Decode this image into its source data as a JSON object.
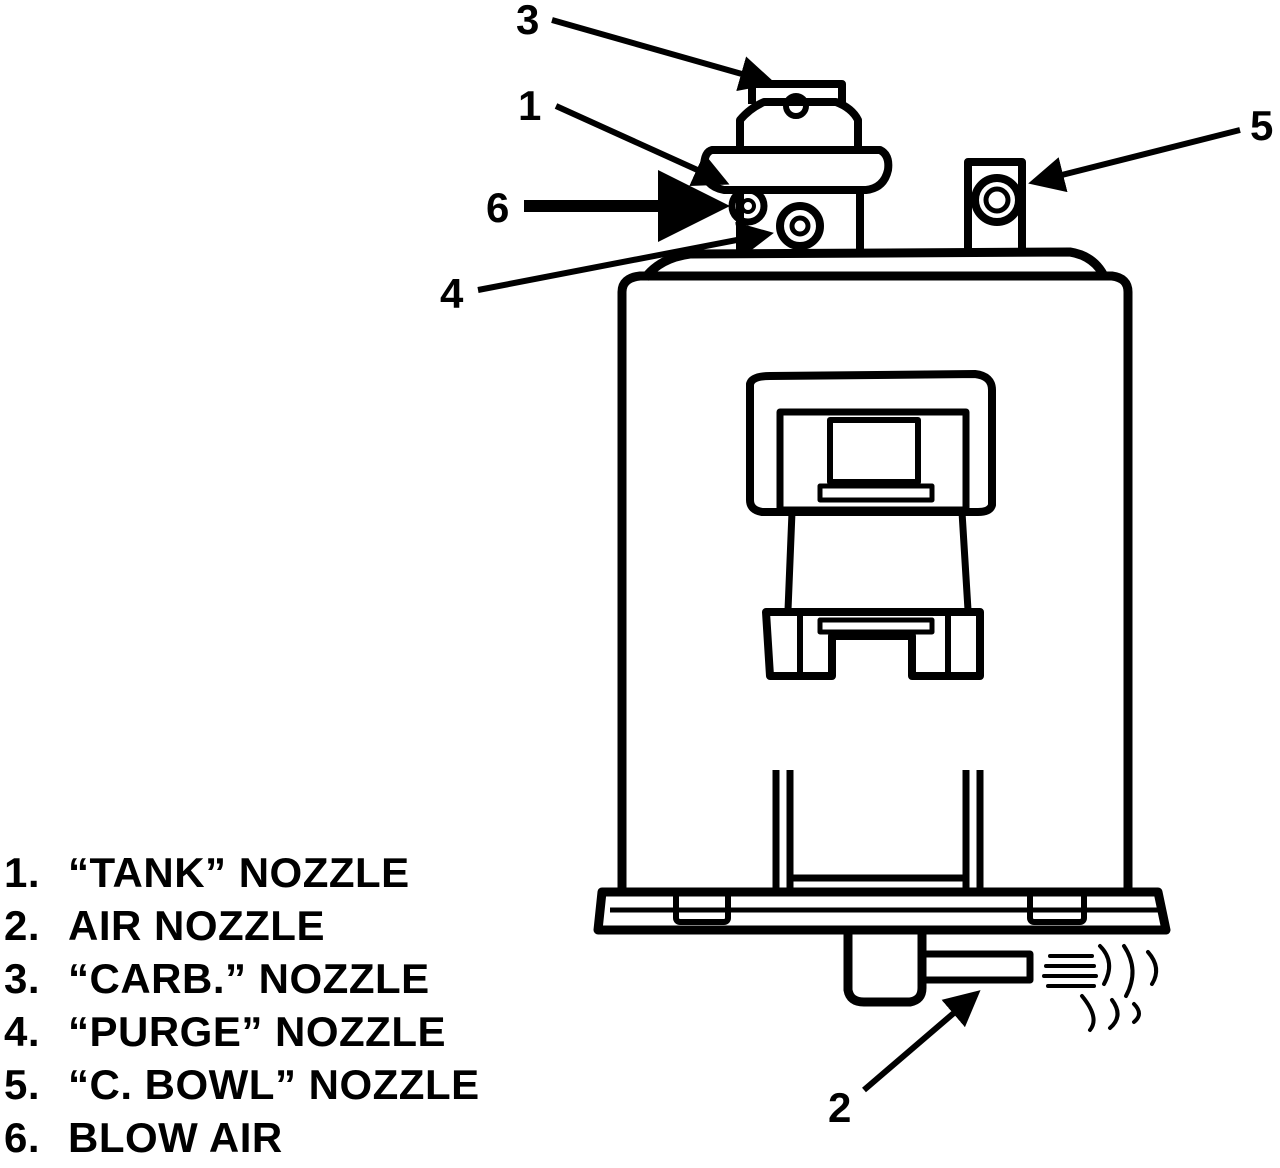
{
  "callouts": {
    "c1": "1",
    "c2": "2",
    "c3": "3",
    "c4": "4",
    "c5": "5",
    "c6": "6"
  },
  "legend": [
    {
      "num": "1.",
      "text": "“TANK” NOZZLE"
    },
    {
      "num": "2.",
      "text": "AIR NOZZLE"
    },
    {
      "num": "3.",
      "text": "“CARB.” NOZZLE"
    },
    {
      "num": "4.",
      "text": "“PURGE” NOZZLE"
    },
    {
      "num": "5.",
      "text": "“C. BOWL” NOZZLE"
    },
    {
      "num": "6.",
      "text": "BLOW AIR"
    }
  ],
  "colors": {
    "ink": "#000000",
    "paper": "#ffffff"
  }
}
